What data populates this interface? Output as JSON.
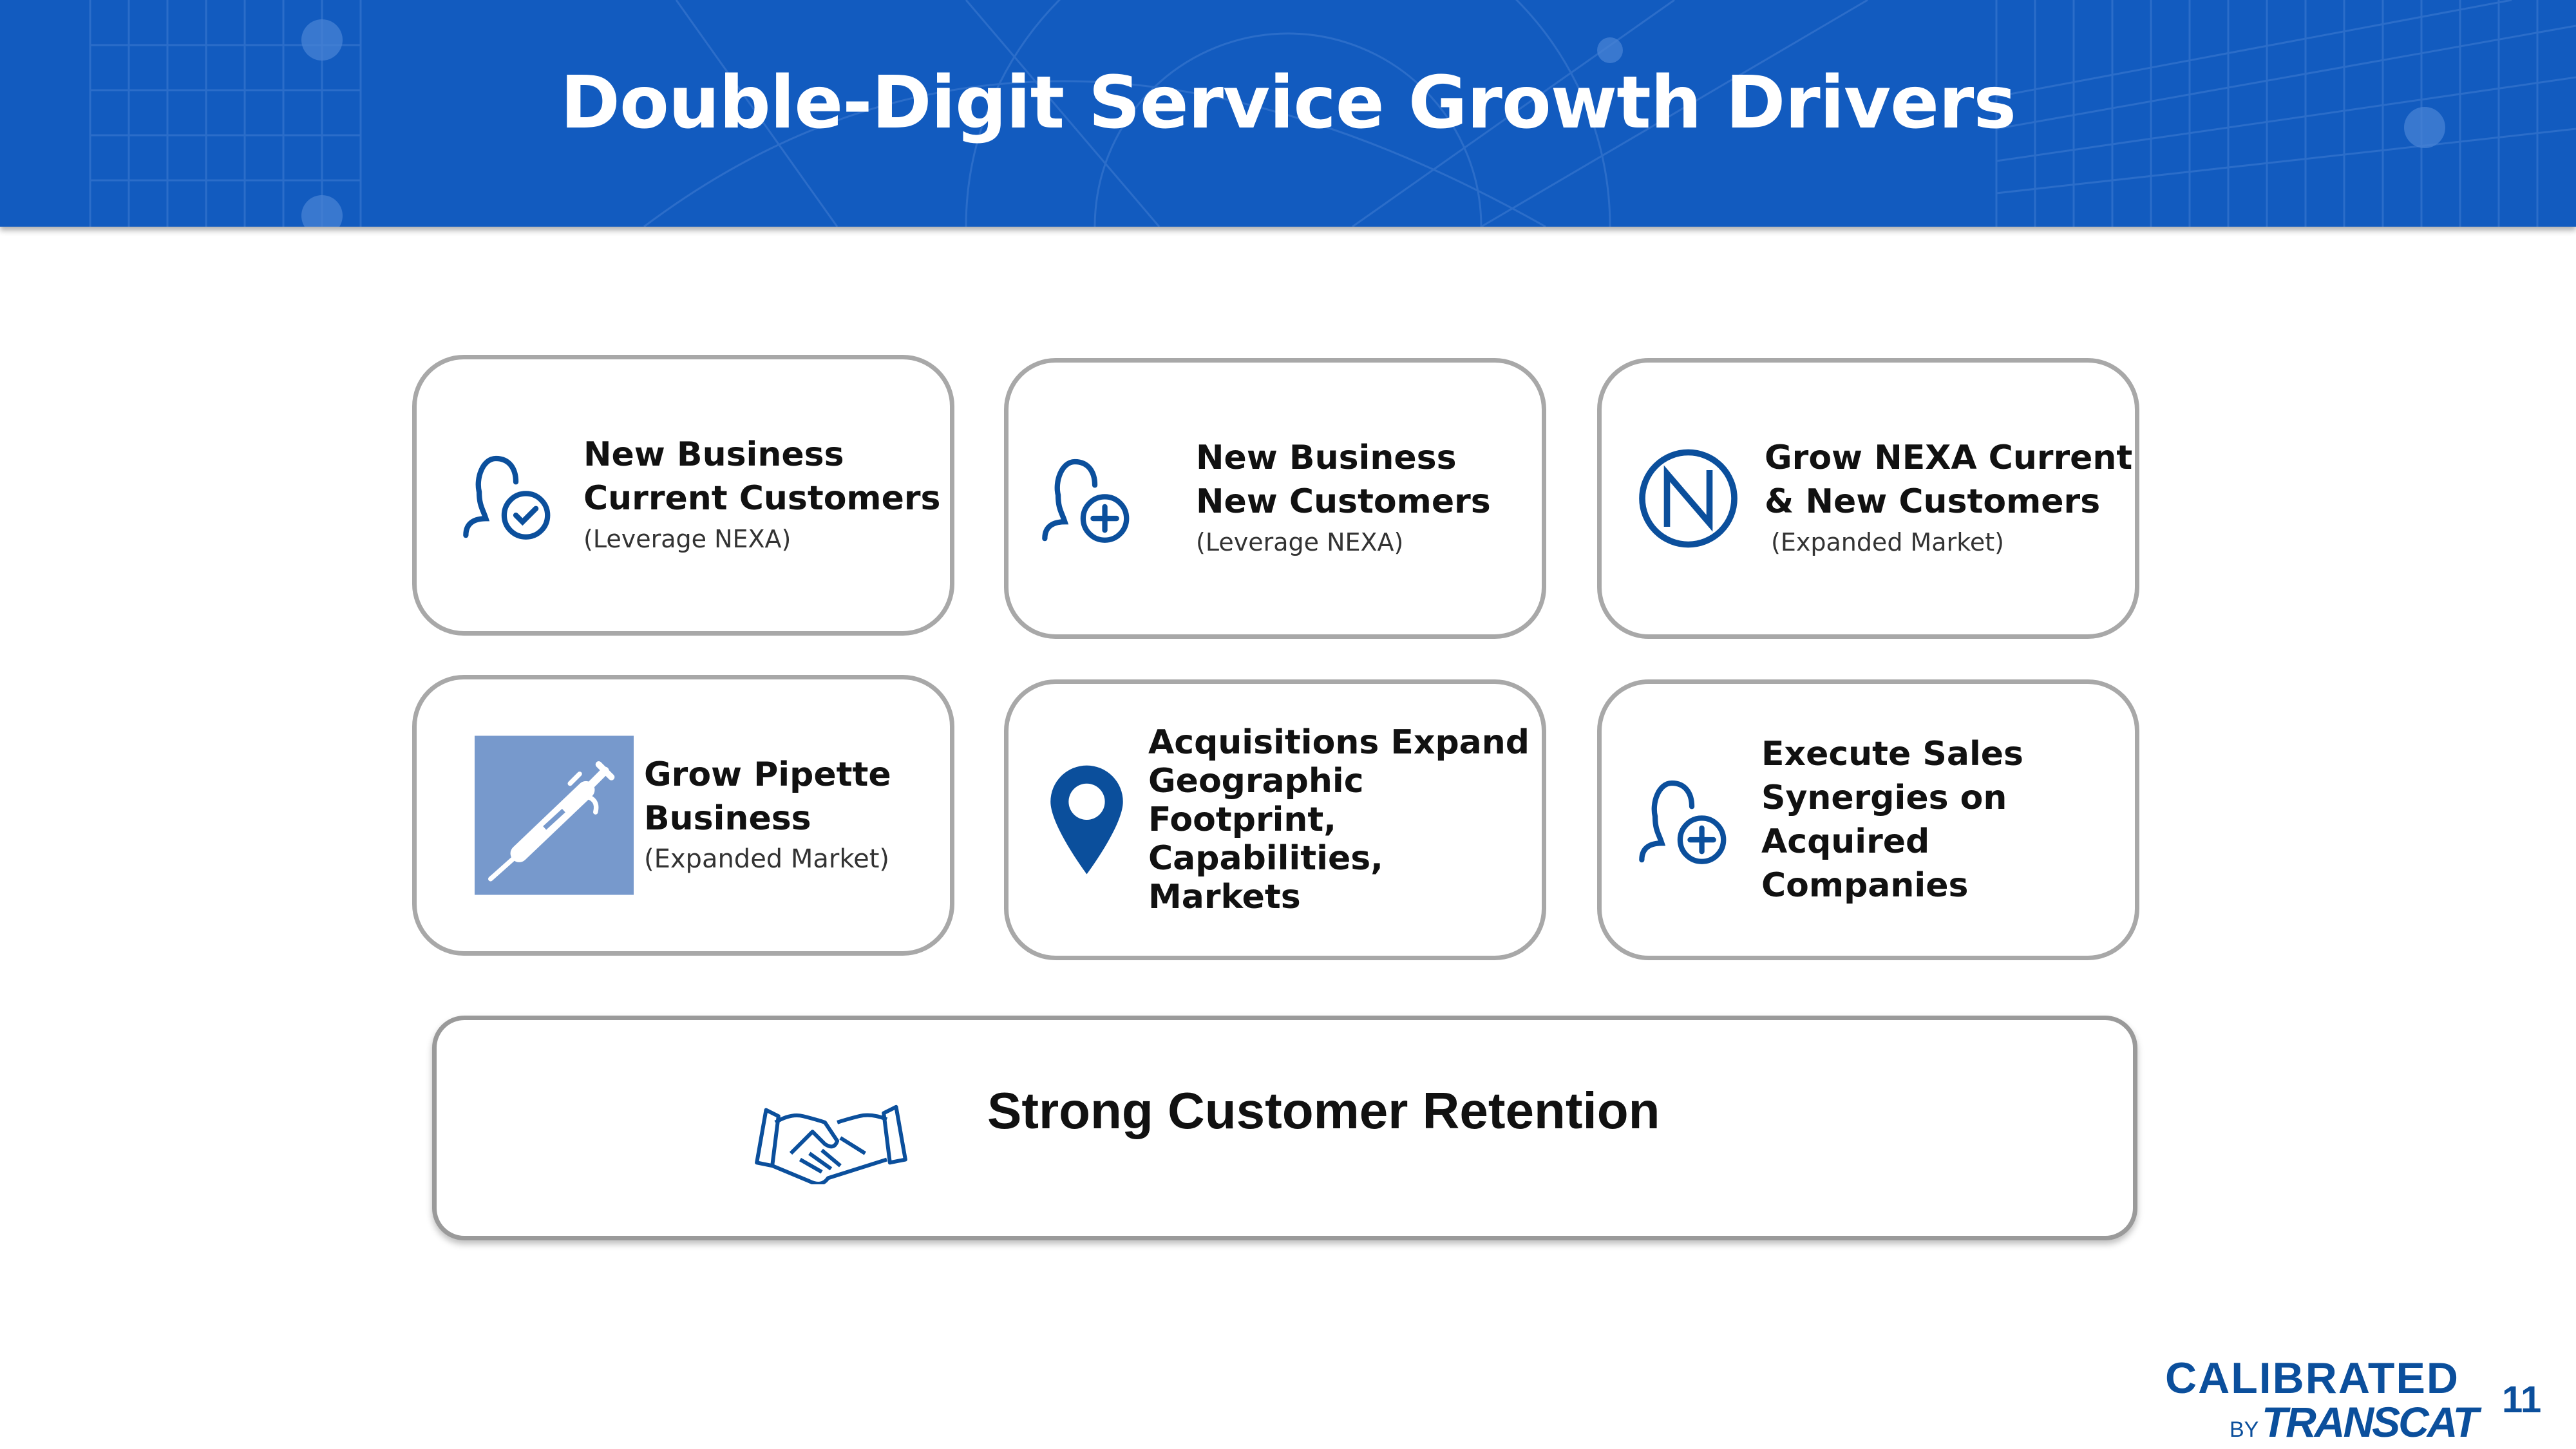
{
  "header": {
    "title": "Double-Digit Service Growth Drivers"
  },
  "cards": [
    {
      "title_line1": "New Business",
      "title_line2": "Current Customers",
      "subtitle": "(Leverage NEXA)",
      "icon": "user-check-icon"
    },
    {
      "title_line1": "New Business",
      "title_line2": "New Customers",
      "subtitle": "(Leverage NEXA)",
      "icon": "user-add-icon"
    },
    {
      "title_line1": "Grow NEXA Current",
      "title_line2": "& New Customers",
      "subtitle": "(Expanded Market)",
      "icon": "nexa-logo-icon"
    },
    {
      "title_line1": "Grow Pipette",
      "title_line2": "Business",
      "subtitle": "(Expanded Market)",
      "icon": "pipette-icon"
    },
    {
      "title_line1": "Acquisitions Expand",
      "title_line2": "Geographic Footprint,",
      "title_line3": "Capabilities, Markets",
      "icon": "location-pin-icon"
    },
    {
      "title_line1": "Execute Sales",
      "title_line2": "Synergies on",
      "title_line3": "Acquired Companies",
      "icon": "user-add-icon"
    }
  ],
  "retention": {
    "label": "Strong Customer Retention",
    "icon": "handshake-icon"
  },
  "footer": {
    "logo_line1": "CALIBRATED",
    "logo_by": "BY",
    "logo_line2": "TRANSCAT",
    "page_number": "11"
  },
  "colors": {
    "header": "#125bbf",
    "icon": "#0b4f9c",
    "pipette_bg": "#7799cc",
    "card_border": "#a8a8a8"
  }
}
